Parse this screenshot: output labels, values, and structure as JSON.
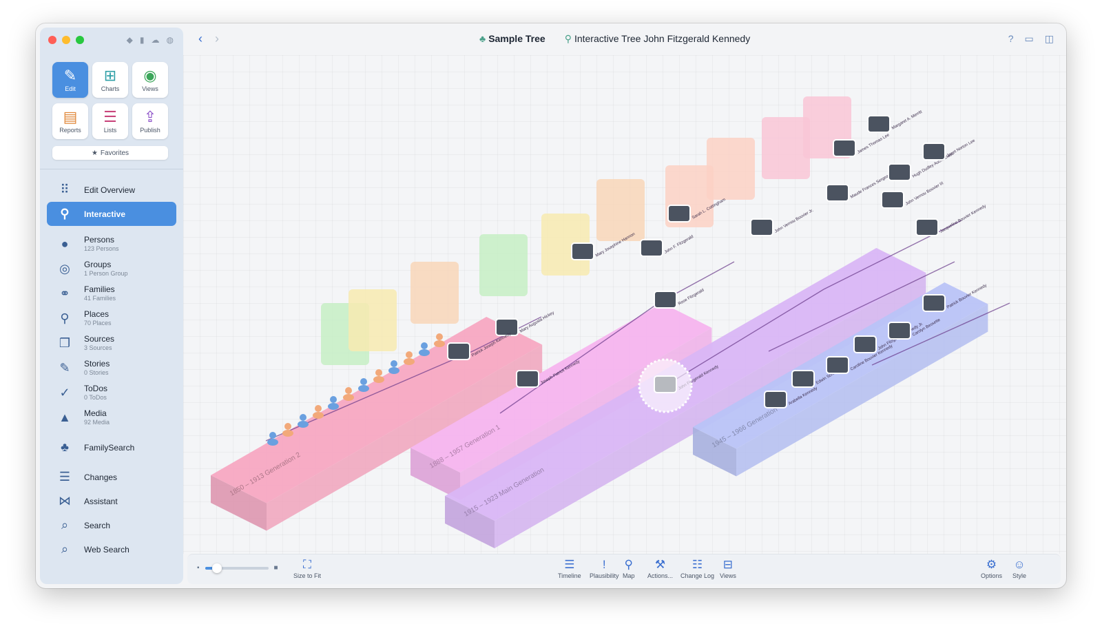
{
  "window": {
    "title": "Sample Tree",
    "view_title": "Interactive Tree John Fitzgerald Kennedy"
  },
  "tiles": [
    {
      "label": "Edit",
      "icon": "pencil-icon",
      "glyph": "✎",
      "color": "#ffffff",
      "active": true
    },
    {
      "label": "Charts",
      "icon": "chart-icon",
      "glyph": "⊞",
      "color": "#2f9fa6",
      "active": false
    },
    {
      "label": "Views",
      "icon": "eye-icon",
      "glyph": "◉",
      "color": "#3ca65a",
      "active": false
    },
    {
      "label": "Reports",
      "icon": "report-icon",
      "glyph": "▤",
      "color": "#e0883a",
      "active": false
    },
    {
      "label": "Lists",
      "icon": "list-icon",
      "glyph": "☰",
      "color": "#c9467c",
      "active": false
    },
    {
      "label": "Publish",
      "icon": "upload-icon",
      "glyph": "⇪",
      "color": "#8a4ec7",
      "active": false
    }
  ],
  "favorites_label": "Favorites",
  "nav": [
    {
      "name": "edit-overview",
      "label": "Edit Overview",
      "sub": "",
      "glyph": "⠿",
      "active": false
    },
    {
      "name": "interactive",
      "label": "Interactive",
      "sub": "",
      "glyph": "⚲",
      "active": true
    },
    {
      "name": "persons",
      "label": "Persons",
      "sub": "123 Persons",
      "glyph": "●",
      "active": false
    },
    {
      "name": "groups",
      "label": "Groups",
      "sub": "1 Person Group",
      "glyph": "◎",
      "active": false
    },
    {
      "name": "families",
      "label": "Families",
      "sub": "41 Families",
      "glyph": "⚭",
      "active": false
    },
    {
      "name": "places",
      "label": "Places",
      "sub": "70 Places",
      "glyph": "⚲",
      "active": false
    },
    {
      "name": "sources",
      "label": "Sources",
      "sub": "3 Sources",
      "glyph": "❐",
      "active": false
    },
    {
      "name": "stories",
      "label": "Stories",
      "sub": "0 Stories",
      "glyph": "✎",
      "active": false
    },
    {
      "name": "todos",
      "label": "ToDos",
      "sub": "0 ToDos",
      "glyph": "✓",
      "active": false
    },
    {
      "name": "media",
      "label": "Media",
      "sub": "92 Media",
      "glyph": "▲",
      "active": false
    },
    {
      "name": "familysearch",
      "label": "FamilySearch",
      "sub": "",
      "glyph": "♣",
      "active": false
    },
    {
      "name": "changes",
      "label": "Changes",
      "sub": "",
      "glyph": "☰",
      "active": false
    },
    {
      "name": "assistant",
      "label": "Assistant",
      "sub": "",
      "glyph": "⋈",
      "active": false
    },
    {
      "name": "search",
      "label": "Search",
      "sub": "",
      "glyph": "⌕",
      "active": false
    },
    {
      "name": "web-search",
      "label": "Web Search",
      "sub": "",
      "glyph": "⌕",
      "active": false
    }
  ],
  "tree": {
    "generations": [
      {
        "range": "1850 – 1913",
        "label": "Generation 2",
        "color": "#f7a8c2"
      },
      {
        "range": "1888 – 1957",
        "label": "Generation 1",
        "color": "#f6b4ee"
      },
      {
        "range": "1915 – 1923",
        "label": "Main Generation",
        "color": "#d9b6f5"
      },
      {
        "range": "1945 – 1966",
        "label": "Generation -1",
        "color": "#b9c3f7"
      }
    ],
    "persons": [
      {
        "name": "Mary Augusta Hickey"
      },
      {
        "name": "Patrick Joseph Kennedy"
      },
      {
        "name": "Joseph Patrick Kennedy"
      },
      {
        "name": "Mary Josephine Hannon"
      },
      {
        "name": "Sarah L. Cottingham"
      },
      {
        "name": "John F. Fitzgerald"
      },
      {
        "name": "Rose Fitzgerald"
      },
      {
        "name": "John Fitzgerald Kennedy"
      },
      {
        "name": "John Vernou Bouvier Jr."
      },
      {
        "name": "Maude Frances Sergeant"
      },
      {
        "name": "James Thomas Lee"
      },
      {
        "name": "Margaret A. Merritt"
      },
      {
        "name": "Hugh Dudley Auchincloss"
      },
      {
        "name": "Janet Norton Lee"
      },
      {
        "name": "John Vernou Bouvier III"
      },
      {
        "name": "Jacqueline Bouvier Kennedy"
      },
      {
        "name": "Arabella Kennedy"
      },
      {
        "name": "Edwin Schlossberg"
      },
      {
        "name": "Caroline Bouvier Kennedy"
      },
      {
        "name": "John Fitzgerald Kennedy Jr."
      },
      {
        "name": "Carolyn Bessette"
      },
      {
        "name": "Patrick Bouvier Kennedy"
      }
    ]
  },
  "toolbar": {
    "size_to_fit": "Size to Fit",
    "zoom_value": 0.16,
    "center": [
      {
        "label": "Timeline",
        "icon": "timeline-icon",
        "glyph": "☰"
      },
      {
        "label": "Plausibility",
        "icon": "exclamation-icon",
        "glyph": "!"
      },
      {
        "label": "Map",
        "icon": "map-icon",
        "glyph": "⚲"
      },
      {
        "label": "Actions...",
        "icon": "hammer-icon",
        "glyph": "⚒"
      },
      {
        "label": "Change Log",
        "icon": "changelog-icon",
        "glyph": "☷"
      },
      {
        "label": "Views",
        "icon": "views-icon",
        "glyph": "⊟"
      }
    ],
    "right": [
      {
        "label": "Options",
        "icon": "options-icon",
        "glyph": "⚙"
      },
      {
        "label": "Style",
        "icon": "style-icon",
        "glyph": "☺"
      }
    ]
  }
}
